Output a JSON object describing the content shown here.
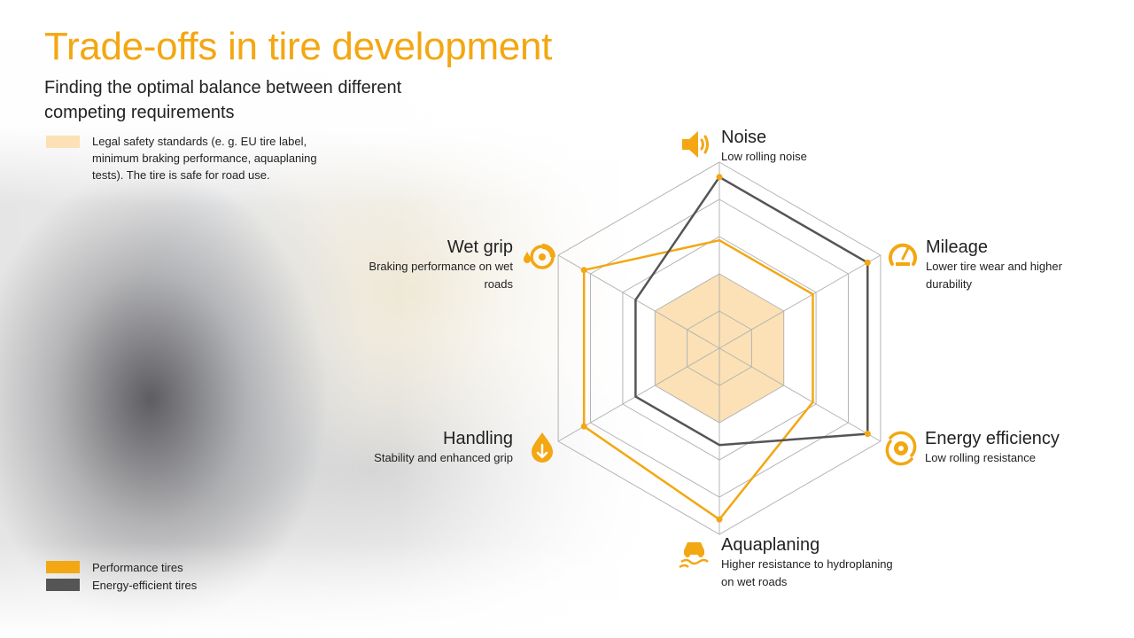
{
  "header": {
    "title": "Trade-offs in tire development",
    "subtitle": "Finding the optimal balance between different competing requirements"
  },
  "legend": {
    "standards": "Legal safety standards (e. g. EU tire label, minimum braking performance, aquaplaning tests). The tire is safe for road use.",
    "performance": "Performance tires",
    "efficient": "Energy-efficient tires"
  },
  "colors": {
    "performance": "#f3a712",
    "efficient": "#555555",
    "standards": "#fbe1b5",
    "grid": "#b4b4b4",
    "title": "#f3a712"
  },
  "axes": [
    {
      "name": "Noise",
      "desc": "Low rolling noise",
      "icon": "speaker-icon"
    },
    {
      "name": "Mileage",
      "desc": "Lower tire wear and higher durability",
      "icon": "gauge-icon"
    },
    {
      "name": "Energy efficiency",
      "desc": "Low rolling resistance",
      "icon": "target-icon"
    },
    {
      "name": "Aquaplaning",
      "desc": "Higher resistance to hydroplaning on wet roads",
      "icon": "skidding-car-icon"
    },
    {
      "name": "Handling",
      "desc": "Stability and enhanced grip",
      "icon": "drop-arrow-icon"
    },
    {
      "name": "Wet grip",
      "desc": "Braking performance on wet roads",
      "icon": "brake-drop-icon"
    }
  ],
  "chart_data": {
    "type": "radar",
    "categories": [
      "Noise",
      "Mileage",
      "Energy efficiency",
      "Aquaplaning",
      "Handling",
      "Wet grip"
    ],
    "rings": 5,
    "range": [
      0,
      5
    ],
    "legal_standard": [
      2,
      2,
      2,
      2,
      2,
      2
    ],
    "series": [
      {
        "name": "Performance tires",
        "values": [
          2.9,
          2.9,
          2.9,
          4.6,
          4.2,
          4.2
        ]
      },
      {
        "name": "Energy-efficient tires",
        "values": [
          4.6,
          4.6,
          4.6,
          2.6,
          2.6,
          2.6
        ]
      }
    ]
  }
}
